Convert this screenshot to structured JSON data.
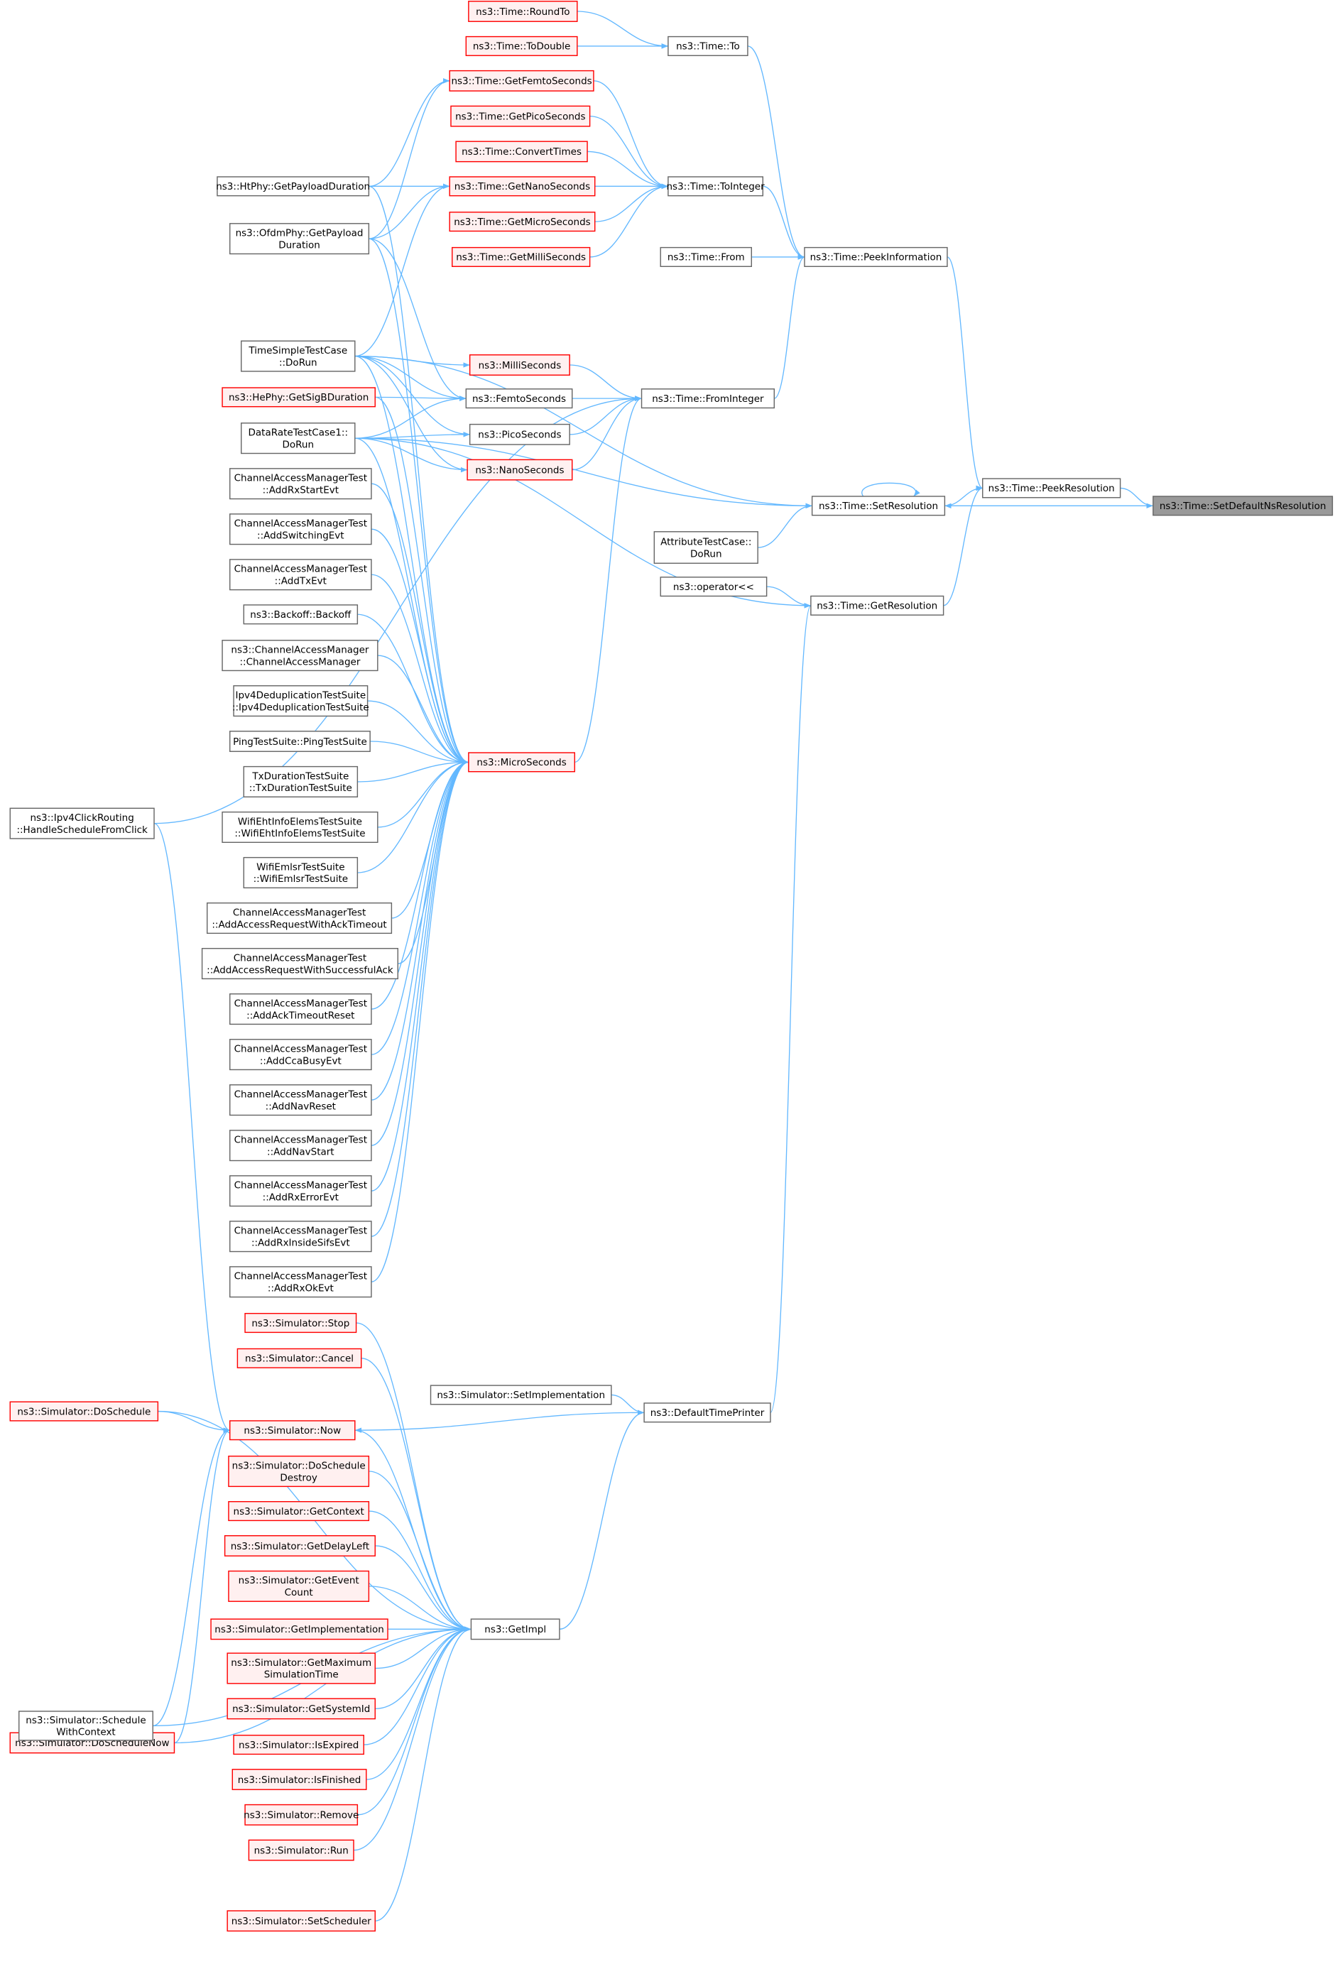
{
  "graph": {
    "colors": {
      "edge": "#63b8ff",
      "caller_border": "#ff0000",
      "caller_fill": "#fff0f0",
      "node_border": "#666666",
      "focus_fill": "#999999"
    },
    "nodes": [
      {
        "id": "setdef",
        "label": [
          "ns3::Time::SetDefaultNsResolution"
        ],
        "style": "focus"
      },
      {
        "id": "peekres",
        "label": [
          "ns3::Time::PeekResolution"
        ],
        "style": "plain"
      },
      {
        "id": "setres",
        "label": [
          "ns3::Time::SetResolution"
        ],
        "style": "plain"
      },
      {
        "id": "getres",
        "label": [
          "ns3::Time::GetResolution"
        ],
        "style": "plain"
      },
      {
        "id": "peekinfo",
        "label": [
          "ns3::Time::PeekInformation"
        ],
        "style": "plain"
      },
      {
        "id": "tointeger",
        "label": [
          "ns3::Time::ToInteger"
        ],
        "style": "plain"
      },
      {
        "id": "to",
        "label": [
          "ns3::Time::To"
        ],
        "style": "plain"
      },
      {
        "id": "frominteger",
        "label": [
          "ns3::Time::FromInteger"
        ],
        "style": "plain"
      },
      {
        "id": "from",
        "label": [
          "ns3::Time::From"
        ],
        "style": "plain"
      },
      {
        "id": "attr",
        "label": [
          "AttributeTestCase::",
          "DoRun"
        ],
        "style": "plain"
      },
      {
        "id": "oplt",
        "label": [
          "ns3::operator<<"
        ],
        "style": "plain"
      },
      {
        "id": "dtp",
        "label": [
          "ns3::DefaultTimePrinter"
        ],
        "style": "plain"
      },
      {
        "id": "setimpl",
        "label": [
          "ns3::Simulator::SetImplementation"
        ],
        "style": "plain"
      },
      {
        "id": "roundto",
        "label": [
          "ns3::Time::RoundTo"
        ],
        "style": "red"
      },
      {
        "id": "todouble",
        "label": [
          "ns3::Time::ToDouble"
        ],
        "style": "red"
      },
      {
        "id": "getfemto",
        "label": [
          "ns3::Time::GetFemtoSeconds"
        ],
        "style": "red"
      },
      {
        "id": "getpico",
        "label": [
          "ns3::Time::GetPicoSeconds"
        ],
        "style": "red"
      },
      {
        "id": "convert",
        "label": [
          "ns3::Time::ConvertTimes"
        ],
        "style": "red"
      },
      {
        "id": "getnano",
        "label": [
          "ns3::Time::GetNanoSeconds"
        ],
        "style": "red"
      },
      {
        "id": "getmicro",
        "label": [
          "ns3::Time::GetMicroSeconds"
        ],
        "style": "red"
      },
      {
        "id": "getmilli",
        "label": [
          "ns3::Time::GetMilliSeconds"
        ],
        "style": "red"
      },
      {
        "id": "milli",
        "label": [
          "ns3::MilliSeconds"
        ],
        "style": "red"
      },
      {
        "id": "femto",
        "label": [
          "ns3::FemtoSeconds"
        ],
        "style": "plain"
      },
      {
        "id": "pico",
        "label": [
          "ns3::PicoSeconds"
        ],
        "style": "plain"
      },
      {
        "id": "nano",
        "label": [
          "ns3::NanoSeconds"
        ],
        "style": "red"
      },
      {
        "id": "micro",
        "label": [
          "ns3::MicroSeconds"
        ],
        "style": "red"
      },
      {
        "id": "getimpl",
        "label": [
          "ns3::GetImpl"
        ],
        "style": "plain"
      },
      {
        "id": "htphy",
        "label": [
          "ns3::HtPhy::GetPayloadDuration"
        ],
        "style": "plain"
      },
      {
        "id": "ofdm",
        "label": [
          "ns3::OfdmPhy::GetPayload",
          "Duration"
        ],
        "style": "plain"
      },
      {
        "id": "tsdorun",
        "label": [
          "TimeSimpleTestCase",
          "::DoRun"
        ],
        "style": "plain"
      },
      {
        "id": "hephy",
        "label": [
          "ns3::HePhy::GetSigBDuration"
        ],
        "style": "red"
      },
      {
        "id": "dr",
        "label": [
          "DataRateTestCase1::",
          "DoRun"
        ],
        "style": "plain"
      },
      {
        "id": "c_rxstart",
        "label": [
          "ChannelAccessManagerTest",
          "::AddRxStartEvt"
        ],
        "style": "plain"
      },
      {
        "id": "c_switch",
        "label": [
          "ChannelAccessManagerTest",
          "::AddSwitchingEvt"
        ],
        "style": "plain"
      },
      {
        "id": "c_tx",
        "label": [
          "ChannelAccessManagerTest",
          "::AddTxEvt"
        ],
        "style": "plain"
      },
      {
        "id": "backoff",
        "label": [
          "ns3::Backoff::Backoff"
        ],
        "style": "plain"
      },
      {
        "id": "cam",
        "label": [
          "ns3::ChannelAccessManager",
          "::ChannelAccessManager"
        ],
        "style": "plain"
      },
      {
        "id": "ipv4dedup",
        "label": [
          "Ipv4DeduplicationTestSuite",
          "::Ipv4DeduplicationTestSuite"
        ],
        "style": "plain"
      },
      {
        "id": "ping",
        "label": [
          "PingTestSuite::PingTestSuite"
        ],
        "style": "plain"
      },
      {
        "id": "txdur",
        "label": [
          "TxDurationTestSuite",
          "::TxDurationTestSuite"
        ],
        "style": "plain"
      },
      {
        "id": "eht",
        "label": [
          "WifiEhtInfoElemsTestSuite",
          "::WifiEhtInfoElemsTestSuite"
        ],
        "style": "plain"
      },
      {
        "id": "emlsr",
        "label": [
          "WifiEmlsrTestSuite",
          "::WifiEmlsrTestSuite"
        ],
        "style": "plain"
      },
      {
        "id": "c_acktimeout",
        "label": [
          "ChannelAccessManagerTest",
          "::AddAccessRequestWithAckTimeout"
        ],
        "style": "plain"
      },
      {
        "id": "c_succack",
        "label": [
          "ChannelAccessManagerTest",
          "::AddAccessRequestWithSuccessfulAck"
        ],
        "style": "plain"
      },
      {
        "id": "c_ackreset",
        "label": [
          "ChannelAccessManagerTest",
          "::AddAckTimeoutReset"
        ],
        "style": "plain"
      },
      {
        "id": "c_cca",
        "label": [
          "ChannelAccessManagerTest",
          "::AddCcaBusyEvt"
        ],
        "style": "plain"
      },
      {
        "id": "c_navreset",
        "label": [
          "ChannelAccessManagerTest",
          "::AddNavReset"
        ],
        "style": "plain"
      },
      {
        "id": "c_navstart",
        "label": [
          "ChannelAccessManagerTest",
          "::AddNavStart"
        ],
        "style": "plain"
      },
      {
        "id": "c_rxerr",
        "label": [
          "ChannelAccessManagerTest",
          "::AddRxErrorEvt"
        ],
        "style": "plain"
      },
      {
        "id": "c_rxsifs",
        "label": [
          "ChannelAccessManagerTest",
          "::AddRxInsideSifsEvt"
        ],
        "style": "plain"
      },
      {
        "id": "c_rxok",
        "label": [
          "ChannelAccessManagerTest",
          "::AddRxOkEvt"
        ],
        "style": "plain"
      },
      {
        "id": "ipv4click",
        "label": [
          "ns3::Ipv4ClickRouting",
          "::HandleScheduleFromClick"
        ],
        "style": "plain"
      },
      {
        "id": "stop",
        "label": [
          "ns3::Simulator::Stop"
        ],
        "style": "red"
      },
      {
        "id": "cancel",
        "label": [
          "ns3::Simulator::Cancel"
        ],
        "style": "red"
      },
      {
        "id": "dosched",
        "label": [
          "ns3::Simulator::DoSchedule"
        ],
        "style": "red"
      },
      {
        "id": "now",
        "label": [
          "ns3::Simulator::Now"
        ],
        "style": "red"
      },
      {
        "id": "doschdestroy",
        "label": [
          "ns3::Simulator::DoSchedule",
          "Destroy"
        ],
        "style": "red"
      },
      {
        "id": "getctx",
        "label": [
          "ns3::Simulator::GetContext"
        ],
        "style": "red"
      },
      {
        "id": "getdelay",
        "label": [
          "ns3::Simulator::GetDelayLeft"
        ],
        "style": "red"
      },
      {
        "id": "getevent",
        "label": [
          "ns3::Simulator::GetEvent",
          "Count"
        ],
        "style": "red"
      },
      {
        "id": "getimplementation",
        "label": [
          "ns3::Simulator::GetImplementation"
        ],
        "style": "red"
      },
      {
        "id": "getmax",
        "label": [
          "ns3::Simulator::GetMaximum",
          "SimulationTime"
        ],
        "style": "red"
      },
      {
        "id": "getsysid",
        "label": [
          "ns3::Simulator::GetSystemId"
        ],
        "style": "red"
      },
      {
        "id": "isexpired",
        "label": [
          "ns3::Simulator::IsExpired"
        ],
        "style": "red"
      },
      {
        "id": "isfinished",
        "label": [
          "ns3::Simulator::IsFinished"
        ],
        "style": "red"
      },
      {
        "id": "remove",
        "label": [
          "ns3::Simulator::Remove"
        ],
        "style": "red"
      },
      {
        "id": "run",
        "label": [
          "ns3::Simulator::Run"
        ],
        "style": "red"
      },
      {
        "id": "setsched",
        "label": [
          "ns3::Simulator::SetScheduler"
        ],
        "style": "red"
      },
      {
        "id": "doschnow",
        "label": [
          "ns3::Simulator::DoScheduleNow"
        ],
        "style": "red"
      },
      {
        "id": "schedctx",
        "label": [
          "ns3::Simulator::Schedule",
          "WithContext"
        ],
        "style": "plain"
      }
    ],
    "edges": [
      [
        "roundto",
        "to"
      ],
      [
        "todouble",
        "to"
      ],
      [
        "to",
        "peekinfo"
      ],
      [
        "getfemto",
        "tointeger"
      ],
      [
        "getpico",
        "tointeger"
      ],
      [
        "convert",
        "tointeger"
      ],
      [
        "getnano",
        "tointeger"
      ],
      [
        "getmicro",
        "tointeger"
      ],
      [
        "getmilli",
        "tointeger"
      ],
      [
        "tointeger",
        "peekinfo"
      ],
      [
        "from",
        "peekinfo"
      ],
      [
        "frominteger",
        "peekinfo"
      ],
      [
        "peekinfo",
        "peekres"
      ],
      [
        "setres",
        "peekres"
      ],
      [
        "getres",
        "peekres"
      ],
      [
        "peekres",
        "setdef"
      ],
      [
        "setdef",
        "setres"
      ],
      [
        "setres",
        "setres"
      ],
      [
        "attr",
        "setres"
      ],
      [
        "tsdorun",
        "setres"
      ],
      [
        "dr",
        "setres"
      ],
      [
        "ipv4click",
        "frominteger"
      ],
      [
        "oplt",
        "getres"
      ],
      [
        "dr",
        "getres"
      ],
      [
        "dtp",
        "getres"
      ],
      [
        "milli",
        "frominteger"
      ],
      [
        "femto",
        "frominteger"
      ],
      [
        "pico",
        "frominteger"
      ],
      [
        "nano",
        "frominteger"
      ],
      [
        "micro",
        "frominteger"
      ],
      [
        "htphy",
        "getfemto"
      ],
      [
        "htphy",
        "getnano"
      ],
      [
        "htphy",
        "micro"
      ],
      [
        "ofdm",
        "getfemto"
      ],
      [
        "ofdm",
        "getnano"
      ],
      [
        "ofdm",
        "micro"
      ],
      [
        "ofdm",
        "femto"
      ],
      [
        "tsdorun",
        "getnano"
      ],
      [
        "tsdorun",
        "milli"
      ],
      [
        "tsdorun",
        "femto"
      ],
      [
        "tsdorun",
        "pico"
      ],
      [
        "tsdorun",
        "nano"
      ],
      [
        "tsdorun",
        "micro"
      ],
      [
        "hephy",
        "femto"
      ],
      [
        "hephy",
        "micro"
      ],
      [
        "dr",
        "femto"
      ],
      [
        "dr",
        "pico"
      ],
      [
        "dr",
        "nano"
      ],
      [
        "dr",
        "micro"
      ],
      [
        "c_rxstart",
        "micro"
      ],
      [
        "c_switch",
        "micro"
      ],
      [
        "c_tx",
        "micro"
      ],
      [
        "backoff",
        "micro"
      ],
      [
        "cam",
        "micro"
      ],
      [
        "ipv4dedup",
        "micro"
      ],
      [
        "ping",
        "micro"
      ],
      [
        "txdur",
        "micro"
      ],
      [
        "eht",
        "micro"
      ],
      [
        "emlsr",
        "micro"
      ],
      [
        "c_acktimeout",
        "micro"
      ],
      [
        "c_succack",
        "micro"
      ],
      [
        "c_ackreset",
        "micro"
      ],
      [
        "c_cca",
        "micro"
      ],
      [
        "c_navreset",
        "micro"
      ],
      [
        "c_navstart",
        "micro"
      ],
      [
        "c_rxerr",
        "micro"
      ],
      [
        "c_rxsifs",
        "micro"
      ],
      [
        "c_rxok",
        "micro"
      ],
      [
        "stop",
        "getimpl"
      ],
      [
        "cancel",
        "getimpl"
      ],
      [
        "dosched",
        "getimpl"
      ],
      [
        "now",
        "getimpl"
      ],
      [
        "doschdestroy",
        "getimpl"
      ],
      [
        "getctx",
        "getimpl"
      ],
      [
        "getdelay",
        "getimpl"
      ],
      [
        "getevent",
        "getimpl"
      ],
      [
        "getimplementation",
        "getimpl"
      ],
      [
        "getmax",
        "getimpl"
      ],
      [
        "getsysid",
        "getimpl"
      ],
      [
        "isexpired",
        "getimpl"
      ],
      [
        "isfinished",
        "getimpl"
      ],
      [
        "remove",
        "getimpl"
      ],
      [
        "run",
        "getimpl"
      ],
      [
        "setsched",
        "getimpl"
      ],
      [
        "doschnow",
        "getimpl"
      ],
      [
        "schedctx",
        "getimpl"
      ],
      [
        "getimpl",
        "dtp"
      ],
      [
        "setimpl",
        "dtp"
      ],
      [
        "dtp",
        "now"
      ],
      [
        "dosched",
        "now"
      ],
      [
        "doschnow",
        "now"
      ],
      [
        "schedctx",
        "now"
      ],
      [
        "ipv4click",
        "now"
      ]
    ]
  }
}
